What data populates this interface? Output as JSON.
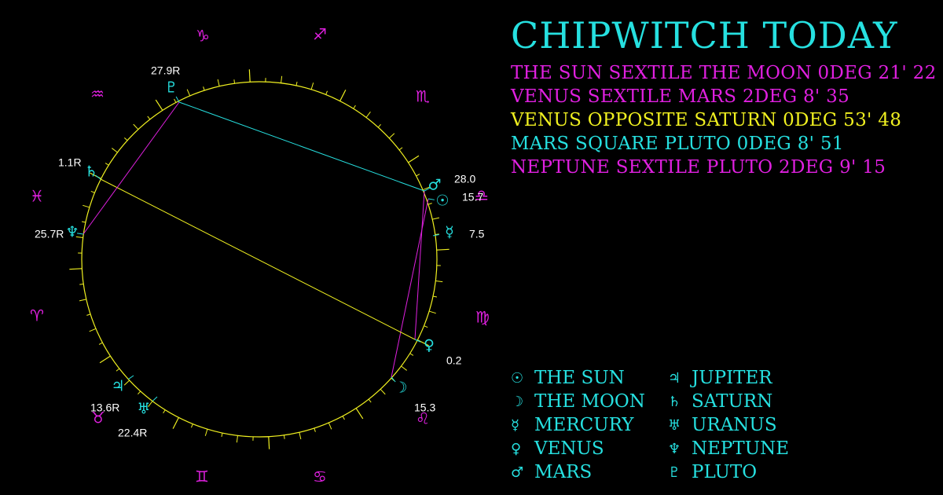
{
  "title": "CHIPWITCH TODAY",
  "colors": {
    "cyan": "#26e0e0",
    "magenta": "#e020e0",
    "yellow": "#f0f020",
    "white": "#ffffff",
    "bg": "#000000"
  },
  "aspects": [
    {
      "text": "THE SUN SEXTILE THE MOON 0DEG 21' 22",
      "color": "#e020e0"
    },
    {
      "text": "VENUS SEXTILE MARS 2DEG 8' 35",
      "color": "#e020e0"
    },
    {
      "text": "VENUS OPPOSITE SATURN 0DEG 53' 48",
      "color": "#f0f020"
    },
    {
      "text": "MARS SQUARE PLUTO 0DEG 8' 51",
      "color": "#26e0e0"
    },
    {
      "text": "NEPTUNE SEXTILE PLUTO 2DEG 9' 15",
      "color": "#e020e0"
    }
  ],
  "legend": [
    {
      "glyph": "☉",
      "label": "THE SUN"
    },
    {
      "glyph": "☽",
      "label": "THE MOON"
    },
    {
      "glyph": "☿",
      "label": "MERCURY"
    },
    {
      "glyph": "♀",
      "label": "VENUS"
    },
    {
      "glyph": "♂",
      "label": "MARS"
    },
    {
      "glyph": "♃",
      "label": "JUPITER"
    },
    {
      "glyph": "♄",
      "label": "SATURN"
    },
    {
      "glyph": "♅",
      "label": "URANUS"
    },
    {
      "glyph": "♆",
      "label": "NEPTUNE"
    },
    {
      "glyph": "♇",
      "label": "PLUTO"
    }
  ],
  "zodiac_signs": [
    {
      "name": "aries",
      "glyph": "♈"
    },
    {
      "name": "taurus",
      "glyph": "♉"
    },
    {
      "name": "gemini",
      "glyph": "♊"
    },
    {
      "name": "cancer",
      "glyph": "♋"
    },
    {
      "name": "leo",
      "glyph": "♌"
    },
    {
      "name": "virgo",
      "glyph": "♍"
    },
    {
      "name": "libra",
      "glyph": "♎"
    },
    {
      "name": "scorpio",
      "glyph": "♏"
    },
    {
      "name": "sagittarius",
      "glyph": "♐"
    },
    {
      "name": "capricorn",
      "glyph": "♑"
    },
    {
      "name": "aquarius",
      "glyph": "♒"
    },
    {
      "name": "pisces",
      "glyph": "♓"
    }
  ],
  "planets": [
    {
      "name": "sun",
      "glyph": "☉",
      "label": "15.7"
    },
    {
      "name": "moon",
      "glyph": "☽",
      "label": "15.3"
    },
    {
      "name": "mercury",
      "glyph": "☿",
      "label": "7.5"
    },
    {
      "name": "venus",
      "glyph": "♀",
      "label": "0.2"
    },
    {
      "name": "mars",
      "glyph": "♂",
      "label": "28.0"
    },
    {
      "name": "jupiter",
      "glyph": "♃",
      "label": "13.6R"
    },
    {
      "name": "saturn",
      "glyph": "♄",
      "label": "1.1R"
    },
    {
      "name": "uranus",
      "glyph": "♅",
      "label": "22.4R"
    },
    {
      "name": "neptune",
      "glyph": "♆",
      "label": "25.7R"
    },
    {
      "name": "pluto",
      "glyph": "♇",
      "label": "27.9R"
    }
  ],
  "aspect_lines": [
    {
      "from": "sun",
      "to": "moon",
      "color": "#e020e0"
    },
    {
      "from": "venus",
      "to": "mars",
      "color": "#e020e0"
    },
    {
      "from": "venus",
      "to": "saturn",
      "color": "#f0f020"
    },
    {
      "from": "mars",
      "to": "pluto",
      "color": "#26e0e0"
    },
    {
      "from": "neptune",
      "to": "pluto",
      "color": "#e020e0"
    }
  ]
}
